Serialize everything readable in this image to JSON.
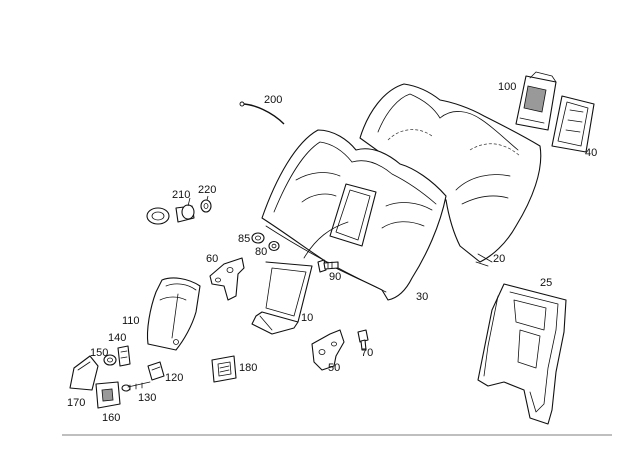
{
  "diagram": {
    "callouts": {
      "c10": "10",
      "c20": "20",
      "c25": "25",
      "c30": "30",
      "c40": "40",
      "c50": "50",
      "c60": "60",
      "c70": "70",
      "c80": "80",
      "c85": "85",
      "c90": "90",
      "c100": "100",
      "c110": "110",
      "c120": "120",
      "c130": "130",
      "c140": "140",
      "c150": "150",
      "c160": "160",
      "c170": "170",
      "c180": "180",
      "c200": "200",
      "c210": "210",
      "c220": "220"
    }
  }
}
